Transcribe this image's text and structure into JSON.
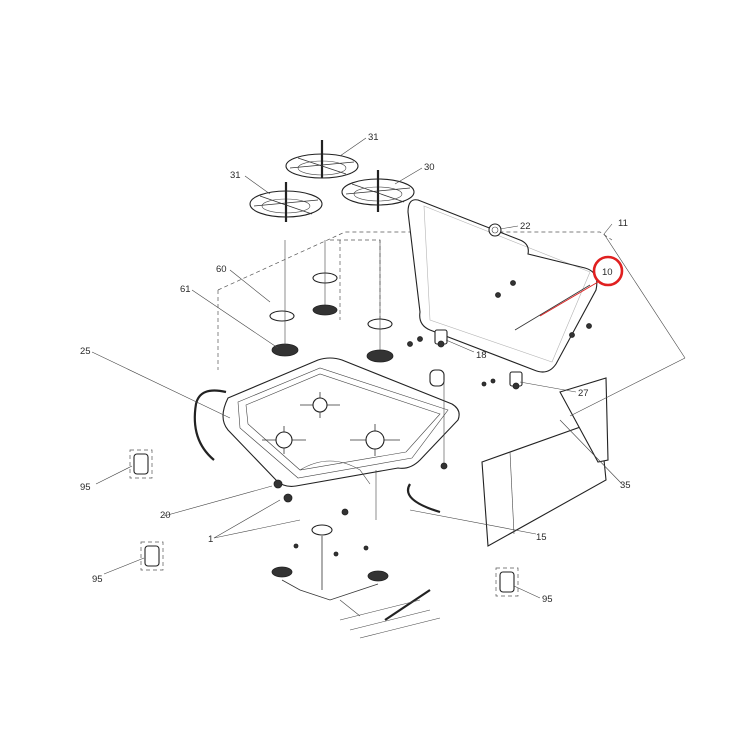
{
  "diagram": {
    "callouts": [
      {
        "id": "c31a",
        "text": "31"
      },
      {
        "id": "c31b",
        "text": "31"
      },
      {
        "id": "c30",
        "text": "30"
      },
      {
        "id": "c22",
        "text": "22"
      },
      {
        "id": "c11",
        "text": "11"
      },
      {
        "id": "c10",
        "text": "10"
      },
      {
        "id": "c60",
        "text": "60"
      },
      {
        "id": "c61",
        "text": "61"
      },
      {
        "id": "c25",
        "text": "25"
      },
      {
        "id": "c18",
        "text": "18"
      },
      {
        "id": "c27",
        "text": "27"
      },
      {
        "id": "c35",
        "text": "35"
      },
      {
        "id": "c95a",
        "text": "95"
      },
      {
        "id": "c20",
        "text": "20"
      },
      {
        "id": "c15",
        "text": "15"
      },
      {
        "id": "c1",
        "text": "1"
      },
      {
        "id": "c95b",
        "text": "95"
      },
      {
        "id": "c95c",
        "text": "95"
      }
    ],
    "highlight_color": "#e02020"
  }
}
